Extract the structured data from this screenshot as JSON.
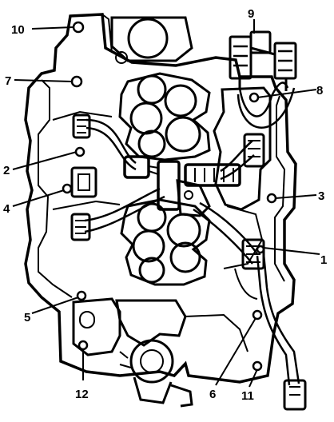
{
  "callouts": [
    {
      "id": "c1",
      "label": "1"
    },
    {
      "id": "c2",
      "label": "2"
    },
    {
      "id": "c3",
      "label": "3"
    },
    {
      "id": "c4",
      "label": "4"
    },
    {
      "id": "c5",
      "label": "5"
    },
    {
      "id": "c6",
      "label": "6"
    },
    {
      "id": "c7",
      "label": "7"
    },
    {
      "id": "c8",
      "label": "8"
    },
    {
      "id": "c9",
      "label": "9"
    },
    {
      "id": "c10",
      "label": "10"
    },
    {
      "id": "c11",
      "label": "11"
    },
    {
      "id": "c12",
      "label": "12"
    }
  ],
  "colors": {
    "ink": "#000000",
    "background": "#ffffff"
  }
}
